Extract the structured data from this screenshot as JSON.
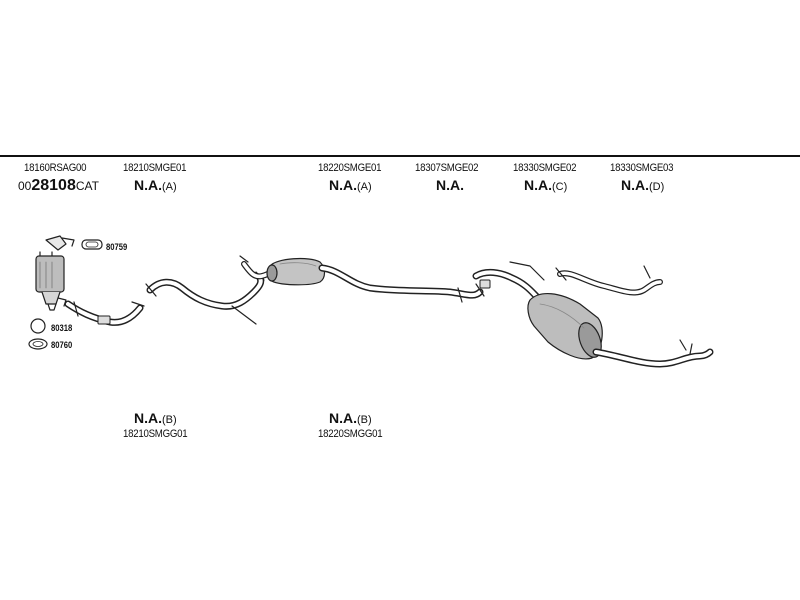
{
  "parts": {
    "p1": {
      "code": "18160RSAG00",
      "prefix": "00",
      "number": "28108",
      "suffix": "CAT"
    },
    "p2": {
      "code": "18210SMGE01",
      "label": "N.A.",
      "variant": "(A)"
    },
    "p3": {
      "code": "18220SMGE01",
      "label": "N.A.",
      "variant": "(A)"
    },
    "p4": {
      "code": "18307SMGE02",
      "label": "N.A."
    },
    "p5": {
      "code": "18330SMGE02",
      "label": "N.A.",
      "variant": "(C)"
    },
    "p6": {
      "code": "18330SMGE03",
      "label": "N.A.",
      "variant": "(D)"
    },
    "p7": {
      "code": "18210SMGG01",
      "label": "N.A.",
      "variant": "(B)"
    },
    "p8": {
      "code": "18220SMGG01",
      "label": "N.A.",
      "variant": "(B)"
    }
  },
  "accessories": {
    "a1": "80759",
    "a2": "80318",
    "a3": "80760"
  }
}
